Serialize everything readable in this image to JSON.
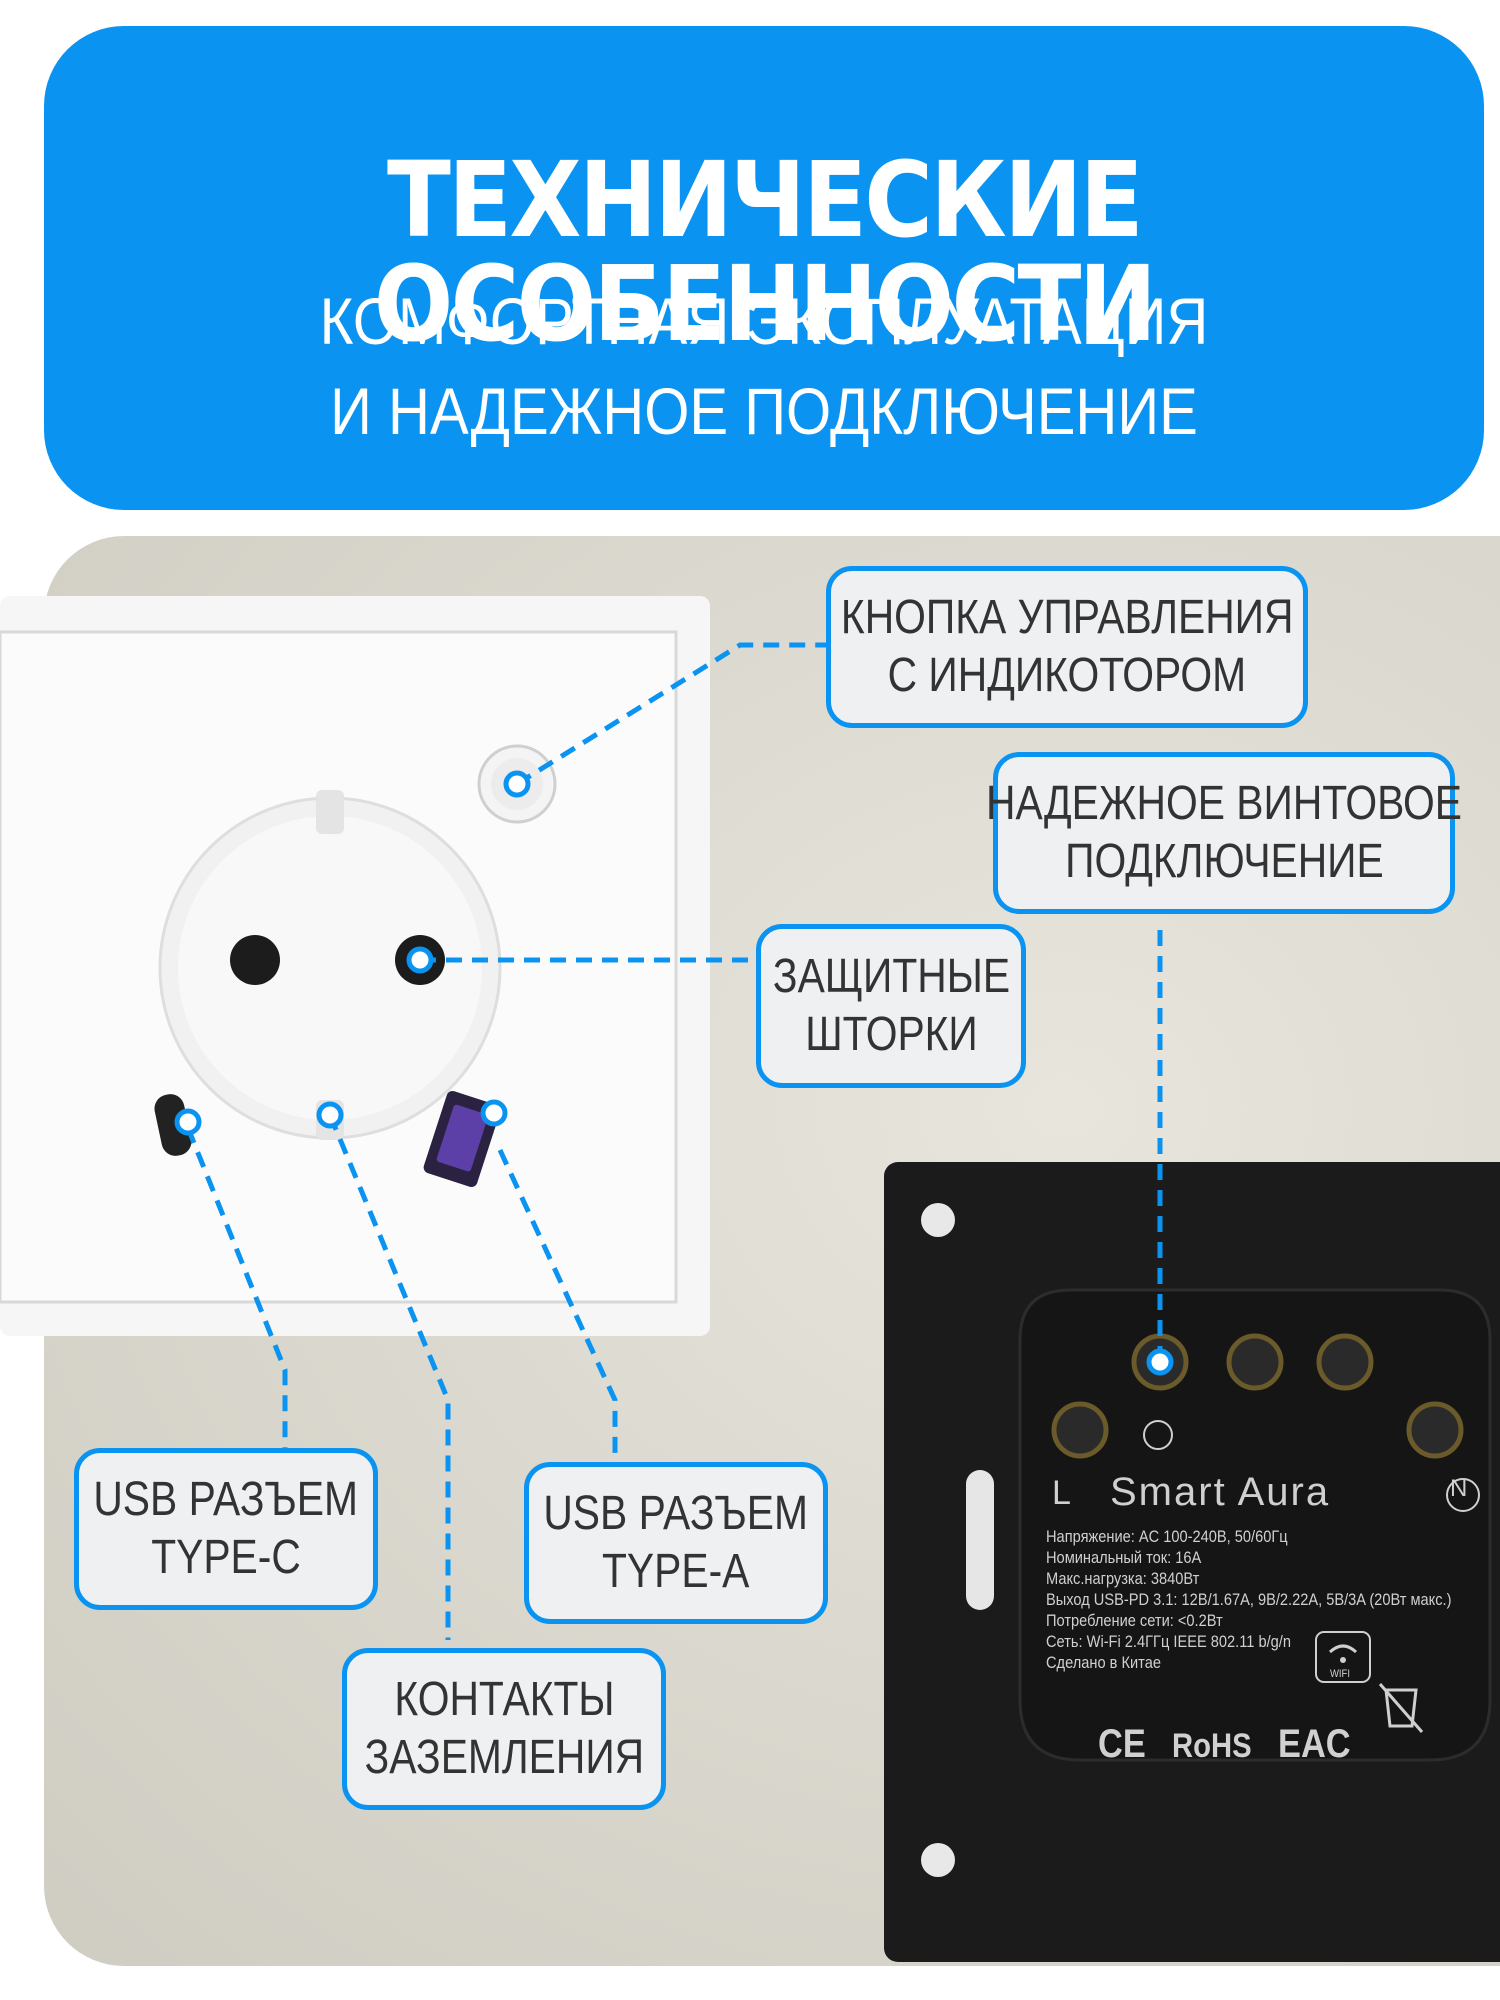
{
  "header": {
    "title": "ТЕХНИЧЕСКИЕ ОСОБЕННОСТИ",
    "subtitle_line1": "КОМФОРТНАЯ ЭКСПЛУАТАЦИЯ",
    "subtitle_line2": "И НАДЕЖНОЕ ПОДКЛЮЧЕНИЕ"
  },
  "callouts": {
    "control_button": [
      "КНОПКА УПРАВЛЕНИЯ",
      "С ИНДИКОТОРОМ"
    ],
    "screw_connection": [
      "НАДЕЖНОЕ ВИНТОВОЕ",
      "ПОДКЛЮЧЕНИЕ"
    ],
    "shutters": [
      "ЗАЩИТНЫЕ",
      "ШТОРКИ"
    ],
    "usb_c": [
      "USB РАЗЪЕМ",
      "TYPE-C"
    ],
    "usb_a": [
      "USB РАЗЪЕМ",
      "TYPE-A"
    ],
    "grounding": [
      "КОНТАКТЫ",
      "ЗАЗЕМЛЕНИЯ"
    ]
  },
  "module": {
    "brand": "Smart Aura",
    "label_l": "L",
    "label_n": "N",
    "specs": [
      "Напряжение: AC 100-240В, 50/60Гц",
      "Номинальный ток: 16А",
      "Макс.нагрузка: 3840Вт",
      "Выход USB-PD 3.1: 12В/1.67A, 9В/2.22A, 5В/3A (20Вт макс.)",
      "Потребление сети: <0.2Вт",
      "Сеть: Wi-Fi 2.4ГГц IEEE 802.11 b/g/n",
      "Сделано в Китае"
    ],
    "wifi_label": "WIFI",
    "marks": [
      "CE",
      "RoHS",
      "EAC"
    ]
  },
  "colors": {
    "accent": "#0a93f0",
    "background": "#ffffff",
    "module": "#1b1b1b"
  }
}
